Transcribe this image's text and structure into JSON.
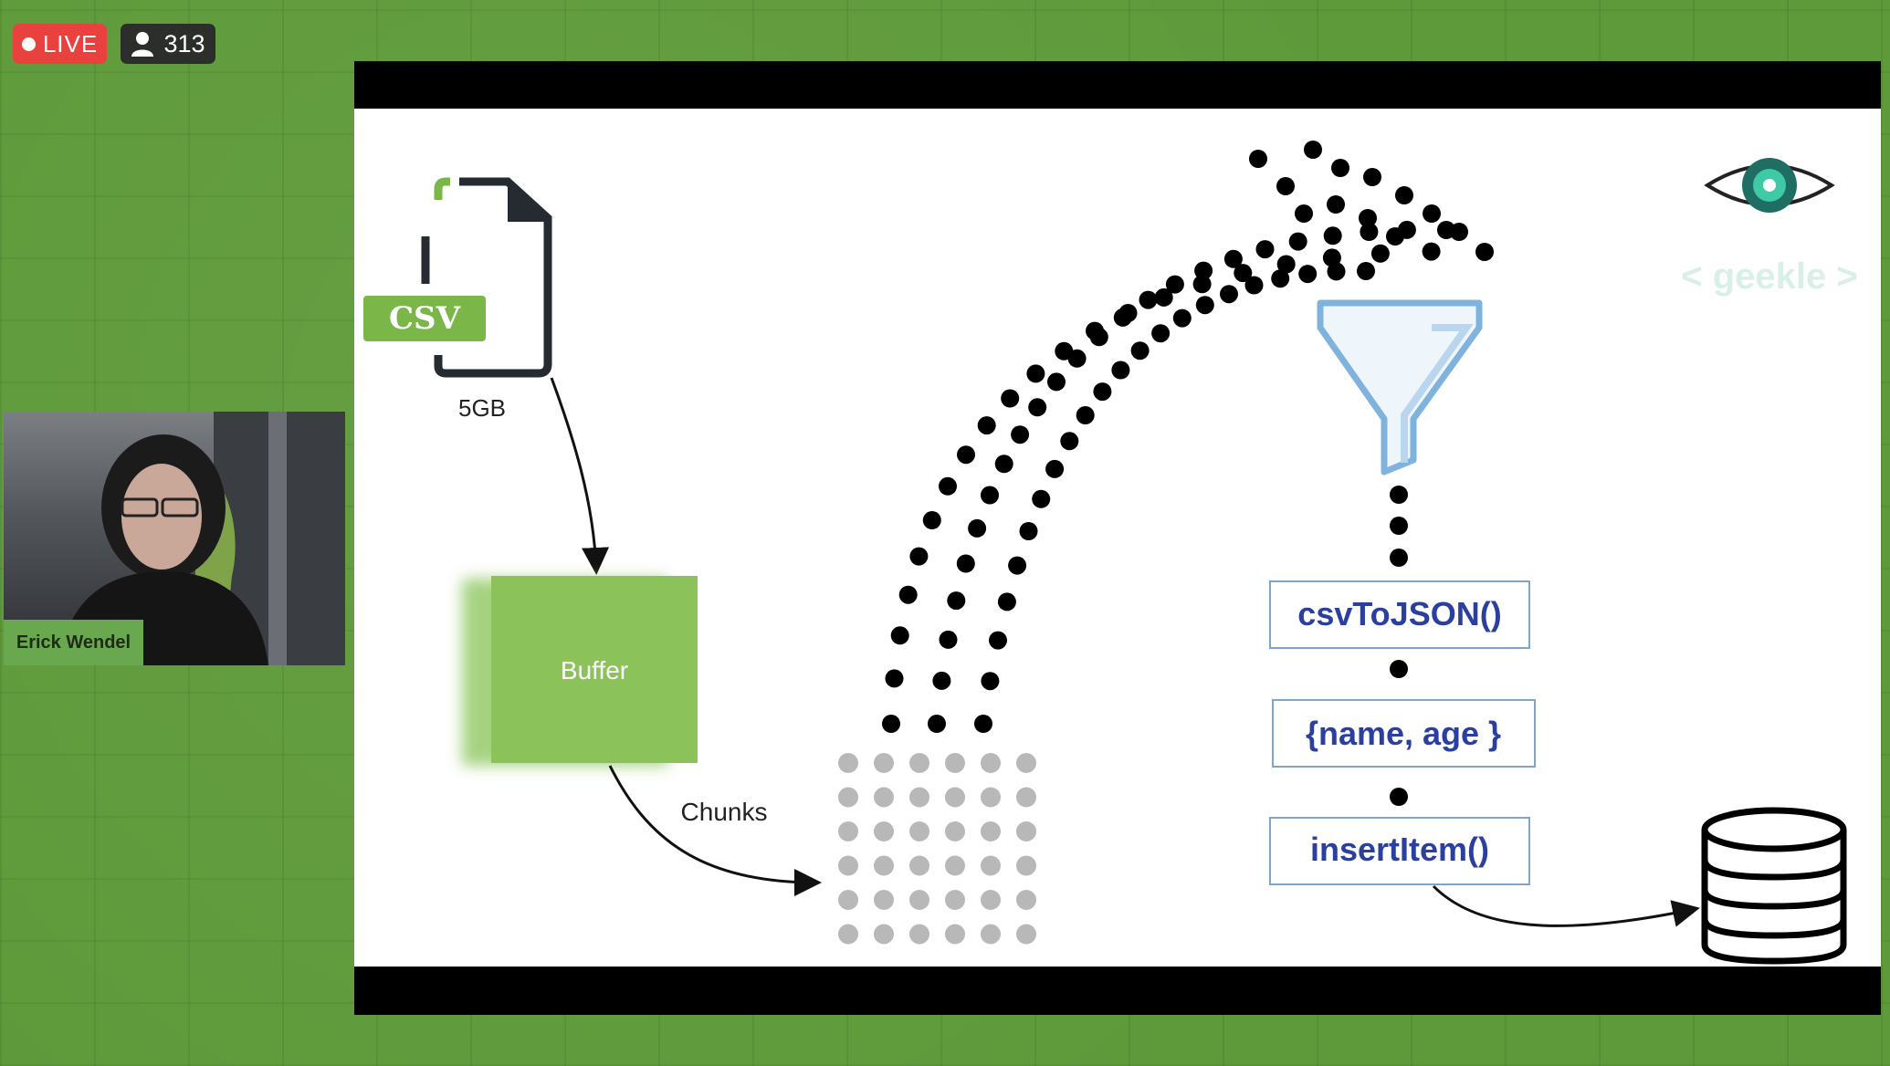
{
  "live_badge": {
    "label": "LIVE"
  },
  "viewer_count": "313",
  "presenter": {
    "name": "Erick Wendel"
  },
  "slide": {
    "csv_label": "CSV",
    "file_size": "5GB",
    "buffer_label": "Buffer",
    "chunks_label": "Chunks",
    "steps": [
      "csvToJSON()",
      "{name, age }",
      "insertItem()"
    ],
    "brand": "< geekle >"
  },
  "colors": {
    "live": "#e8413e",
    "background": "#5e9a3a",
    "accent_green": "#7ab648",
    "funnel": "#7fb2dc",
    "step_text": "#2b3f9e",
    "brand_teal": "#3ec9a7"
  }
}
